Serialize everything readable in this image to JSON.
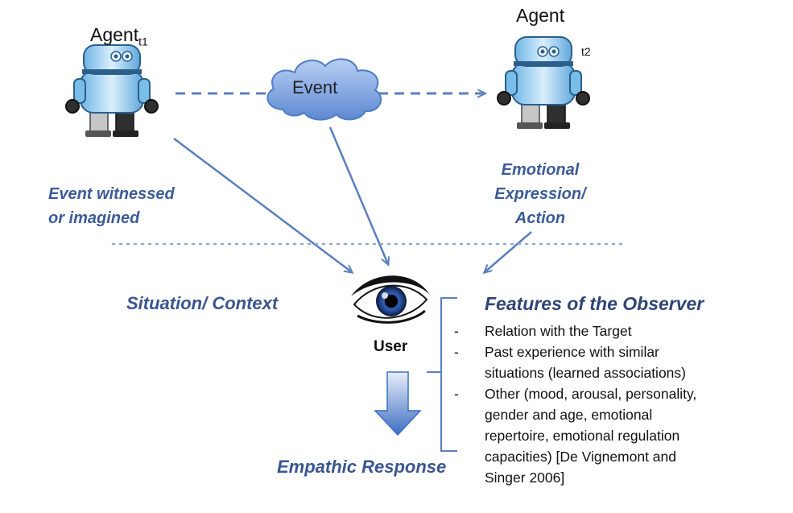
{
  "agent_t1": {
    "title": "Agent",
    "subscript": "t1"
  },
  "agent_t2": {
    "title": "Agent",
    "superscript": "t2"
  },
  "event_cloud": {
    "label": "Event"
  },
  "labels": {
    "event_witnessed": [
      "Event witnessed",
      "or imagined"
    ],
    "emotional_expression": [
      "Emotional",
      "Expression/",
      "Action"
    ],
    "situation_context": "Situation/ Context",
    "user": "User",
    "empathic_response": "Empathic Response"
  },
  "features": {
    "title": "Features of the Observer",
    "items": [
      {
        "dash": "-",
        "lines": [
          "Relation with the Target"
        ]
      },
      {
        "dash": "-",
        "lines": [
          "Past experience with similar",
          "situations  (learned associations)"
        ]
      },
      {
        "dash": "-",
        "lines": [
          "Other (mood, arousal, personality,",
          "gender and age, emotional",
          "repertoire, emotional regulation",
          "capacities) [De Vignemont and",
          "Singer 2006]"
        ]
      }
    ]
  },
  "colors": {
    "arrow": "#5b7fbe",
    "dotted_line": "#8fa9d3",
    "cloud": "#6f96d6",
    "text_blue": "#3c5b99"
  }
}
